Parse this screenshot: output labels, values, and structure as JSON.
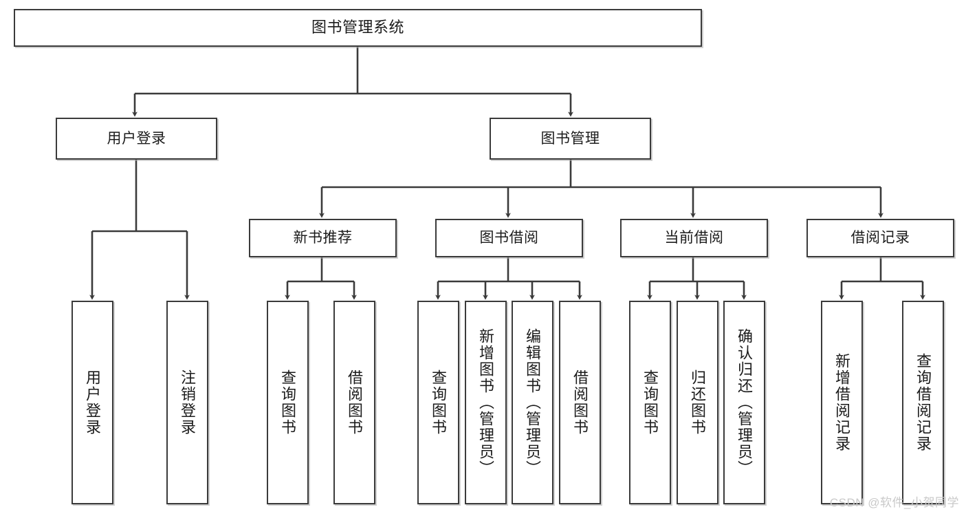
{
  "diagram": {
    "type": "tree",
    "title": "图书管理系统",
    "watermark": "CSDN @软件_小贺同学",
    "colors": {
      "node_border": "#3a3a3a",
      "node_fill": "#ffffff",
      "edge": "#3a3a3a",
      "text": "#1b1b1b",
      "watermark": "#c9c9c9",
      "background": "#ffffff"
    },
    "nodes": {
      "root": {
        "label": "图书管理系统"
      },
      "level1": [
        {
          "id": "user-login",
          "label": "用户登录"
        },
        {
          "id": "book-manage",
          "label": "图书管理"
        }
      ],
      "level2": [
        {
          "id": "new-book-recommend",
          "label": "新书推荐"
        },
        {
          "id": "book-borrow",
          "label": "图书借阅"
        },
        {
          "id": "current-borrow",
          "label": "当前借阅"
        },
        {
          "id": "borrow-record",
          "label": "借阅记录"
        }
      ],
      "leaves": {
        "user-login": [
          {
            "id": "leaf-user-login",
            "label": "用户登录"
          },
          {
            "id": "leaf-logout",
            "label": "注销登录"
          }
        ],
        "new-book-recommend": [
          {
            "id": "leaf-query-book-1",
            "label": "查询图书"
          },
          {
            "id": "leaf-borrow-book-1",
            "label": "借阅图书"
          }
        ],
        "book-borrow": [
          {
            "id": "leaf-query-book-2",
            "label": "查询图书"
          },
          {
            "id": "leaf-add-book",
            "label": "新增图书（管理员）"
          },
          {
            "id": "leaf-edit-book",
            "label": "编辑图书（管理员）"
          },
          {
            "id": "leaf-borrow-book-2",
            "label": "借阅图书"
          }
        ],
        "current-borrow": [
          {
            "id": "leaf-query-book-3",
            "label": "查询图书"
          },
          {
            "id": "leaf-return-book",
            "label": "归还图书"
          },
          {
            "id": "leaf-confirm-return",
            "label": "确认归还（管理员）"
          }
        ],
        "borrow-record": [
          {
            "id": "leaf-add-record",
            "label": "新增借阅记录"
          },
          {
            "id": "leaf-query-record",
            "label": "查询借阅记录"
          }
        ]
      }
    }
  }
}
